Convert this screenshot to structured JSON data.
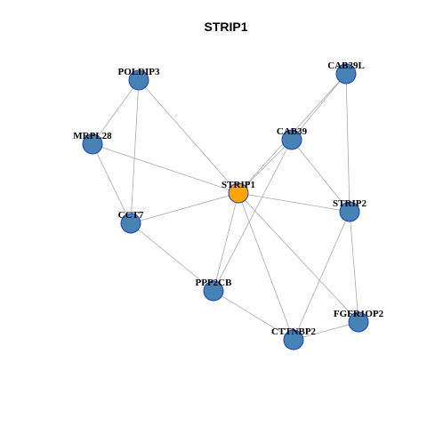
{
  "title": "STRIP1",
  "colors": {
    "center_node": "#FFA500",
    "node": "#4682B4",
    "node_border": "#1F3FBF",
    "edge": "#A9A9A9"
  },
  "nodes": [
    {
      "id": "STRIP1",
      "label": "STRIP1",
      "center": true
    },
    {
      "id": "POLDIP3",
      "label": "POLDIP3",
      "center": false
    },
    {
      "id": "CAB39L",
      "label": "CAB39L",
      "center": false
    },
    {
      "id": "MRPL28",
      "label": "MRPL28",
      "center": false
    },
    {
      "id": "CAB39",
      "label": "CAB39",
      "center": false
    },
    {
      "id": "CCT7",
      "label": "CCT7",
      "center": false
    },
    {
      "id": "STRIP2",
      "label": "STRIP2",
      "center": false
    },
    {
      "id": "PPP2CB",
      "label": "PPP2CB",
      "center": false
    },
    {
      "id": "FGFR1OP2",
      "label": "FGFR1OP2",
      "center": false
    },
    {
      "id": "CTTNBP2",
      "label": "CTTNBP2",
      "center": false
    }
  ],
  "edges": [
    [
      "STRIP1",
      "POLDIP3"
    ],
    [
      "STRIP1",
      "MRPL28"
    ],
    [
      "STRIP1",
      "CCT7"
    ],
    [
      "STRIP1",
      "CAB39"
    ],
    [
      "STRIP1",
      "CAB39L"
    ],
    [
      "STRIP1",
      "STRIP2"
    ],
    [
      "STRIP1",
      "PPP2CB"
    ],
    [
      "STRIP1",
      "CTTNBP2"
    ],
    [
      "STRIP1",
      "FGFR1OP2"
    ],
    [
      "POLDIP3",
      "MRPL28"
    ],
    [
      "POLDIP3",
      "CCT7"
    ],
    [
      "MRPL28",
      "CCT7"
    ],
    [
      "CCT7",
      "PPP2CB"
    ],
    [
      "CAB39",
      "CAB39L"
    ],
    [
      "CAB39",
      "STRIP2"
    ],
    [
      "CAB39",
      "PPP2CB"
    ],
    [
      "CAB39L",
      "STRIP2"
    ],
    [
      "STRIP2",
      "CTTNBP2"
    ],
    [
      "STRIP2",
      "FGFR1OP2"
    ],
    [
      "PPP2CB",
      "CTTNBP2"
    ],
    [
      "CTTNBP2",
      "FGFR1OP2"
    ]
  ]
}
